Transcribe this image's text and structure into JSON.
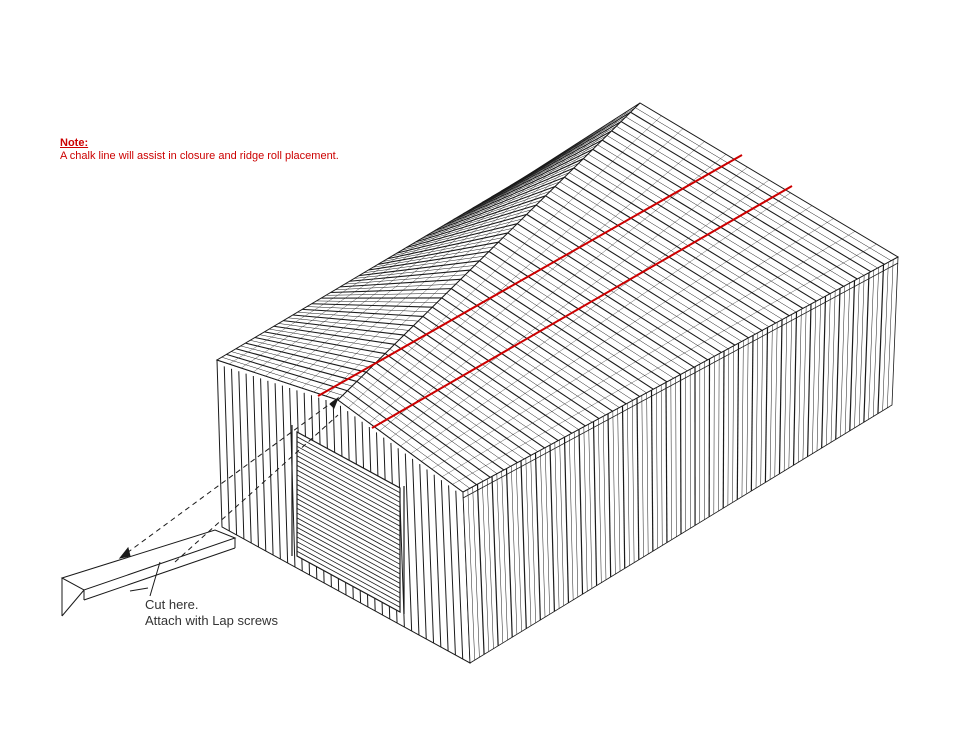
{
  "note": {
    "title": "Note:",
    "text": "A chalk line will assist in closure and ridge roll placement."
  },
  "callout": {
    "line1": "Cut here.",
    "line2": "Attach with Lap screws"
  },
  "colors": {
    "note": "#cc0000",
    "chalk_line": "#cc0000",
    "drawing": "#1a1a1a",
    "background": "#ffffff"
  }
}
